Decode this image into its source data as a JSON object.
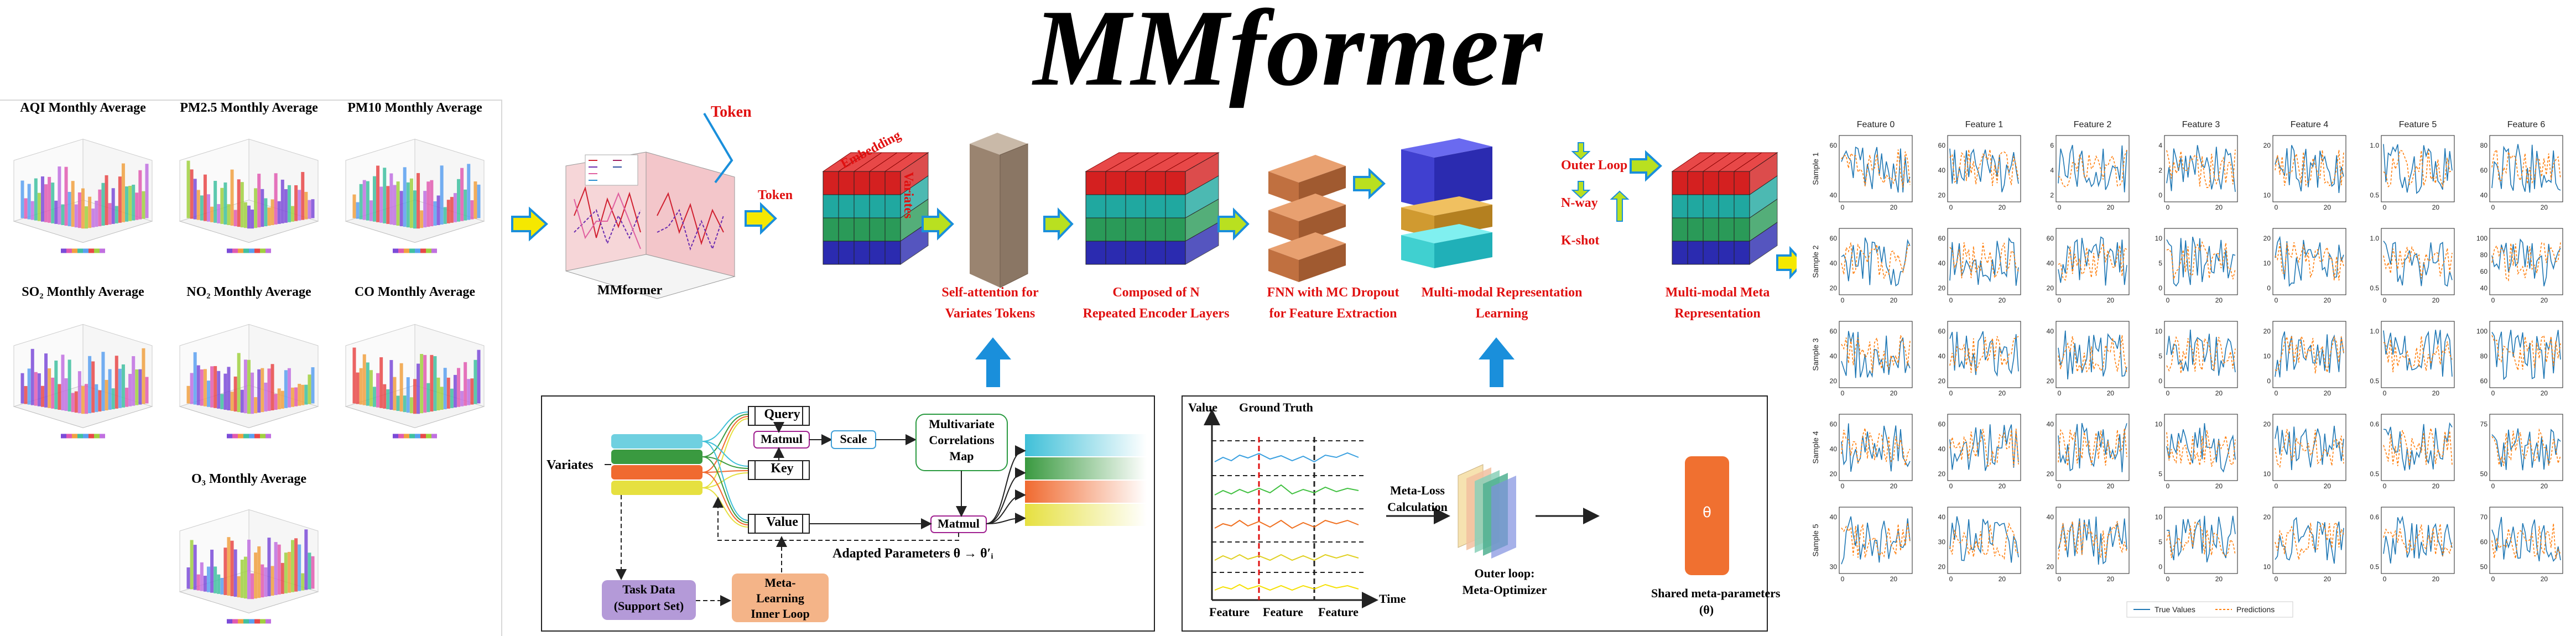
{
  "title": "MMformer",
  "left_panel": {
    "charts": [
      {
        "title": "AQI Monthly Average"
      },
      {
        "title": "PM2.5 Monthly Average"
      },
      {
        "title": "PM10 Monthly Average"
      },
      {
        "title": "SO₂ Monthly Average"
      },
      {
        "title": "NO₂ Monthly Average"
      },
      {
        "title": "CO Monthly Average"
      },
      {
        "title": "O₃ Monthly Average"
      }
    ]
  },
  "pipeline": {
    "mmformer_label": "MMformer",
    "token_label_1": "Token",
    "embedding_label": "Embedding",
    "token_label_2": "Token",
    "variates_label": "Variates",
    "outer_loop": "Outer Loop",
    "n_way": "N-way",
    "k_shot": "K-shot",
    "captions": [
      {
        "line1": "Self-attention for",
        "line2": "Variates Tokens"
      },
      {
        "line1": "Composed of N",
        "line2": "Repeated Encoder Layers"
      },
      {
        "line1": "FNN with MC Dropout",
        "line2": "for Feature Extraction"
      },
      {
        "line1": "Multi-modal Representation",
        "line2": "Learning"
      },
      {
        "line1": "Multi-modal Meta",
        "line2": "Representation"
      }
    ]
  },
  "attention_box": {
    "variates": "Variates",
    "query": "Query",
    "key": "Key",
    "value": "Value",
    "matmul_1": "Matmul",
    "matmul_2": "Matmul",
    "scale": "Scale",
    "corr_line1": "Multivariate",
    "corr_line2": "Correlations",
    "corr_line3": "Map",
    "adapted": "Adapted Parameters θ → θ′ᵢ",
    "task_line1": "Task Data",
    "task_line2": "(Support Set)",
    "meta_line1": "Meta-",
    "meta_line2": "Learning",
    "meta_line3": "Inner Loop"
  },
  "meta_box": {
    "value_axis": "Value",
    "ground_truth": "Ground Truth",
    "time_axis": "Time",
    "features": [
      "Feature",
      "Feature",
      "Feature"
    ],
    "meta_loss_line1": "Meta-Loss",
    "meta_loss_line2": "Calculation",
    "outer_line1": "Outer loop:",
    "outer_line2": "Meta-Optimizer",
    "theta": "θ",
    "shared_line1": "Shared meta-parameters",
    "shared_line2": "(θ)"
  },
  "colors": {
    "red": "#e01010",
    "blue": "#2b2bb0",
    "teal": "#2a9d9a",
    "green_arrow": "#b9e020",
    "yellow_arrow": "#f5e800",
    "orange": "#f07030",
    "blue_arrow": "#1a8fdb"
  },
  "chart_data": {
    "type": "line",
    "features": [
      "Feature 0",
      "Feature 1",
      "Feature 2",
      "Feature 3",
      "Feature 4",
      "Feature 5",
      "Feature 6"
    ],
    "samples": [
      "Sample 1",
      "Sample 2",
      "Sample 3",
      "Sample 4",
      "Sample 5"
    ],
    "x_ticks": [
      "0",
      "20"
    ],
    "series_names": [
      "True Values",
      "Predictions"
    ],
    "legend": "bottom",
    "y_ticks": [
      [
        [
          "40",
          "60"
        ],
        [
          "20",
          "40",
          "60"
        ],
        [
          "2",
          "4",
          "6"
        ],
        [
          "0",
          "2",
          "4"
        ],
        [
          "10",
          "20"
        ],
        [
          "0.5",
          "1.0"
        ],
        [
          "40",
          "60",
          "80"
        ]
      ],
      [
        [
          "20",
          "40",
          "60"
        ],
        [
          "20",
          "40",
          "60"
        ],
        [
          "20",
          "40",
          "60"
        ],
        [
          "0",
          "5",
          "10"
        ],
        [
          "0",
          "10",
          "20"
        ],
        [
          "0.5",
          "1.0"
        ],
        [
          "40",
          "60",
          "80",
          "100"
        ]
      ],
      [
        [
          "20",
          "40",
          "60"
        ],
        [
          "20",
          "40",
          "60"
        ],
        [
          "20",
          "40"
        ],
        [
          "0",
          "5",
          "10"
        ],
        [
          "0",
          "10",
          "20"
        ],
        [
          "0.5",
          "1.0"
        ],
        [
          "60",
          "80",
          "100"
        ]
      ],
      [
        [
          "20",
          "40",
          "60"
        ],
        [
          "20",
          "40",
          "60"
        ],
        [
          "20",
          "40"
        ],
        [
          "5",
          "10"
        ],
        [
          "10",
          "20"
        ],
        [
          "0.5",
          "0.6"
        ],
        [
          "50",
          "75"
        ]
      ],
      [
        [
          "30",
          "40"
        ],
        [
          "20",
          "30",
          "40"
        ],
        [
          "20",
          "40"
        ],
        [
          "0",
          "5",
          "10"
        ],
        [
          "10",
          "20"
        ],
        [
          "0.5",
          "0.6"
        ],
        [
          "50",
          "60",
          "70"
        ]
      ]
    ]
  }
}
